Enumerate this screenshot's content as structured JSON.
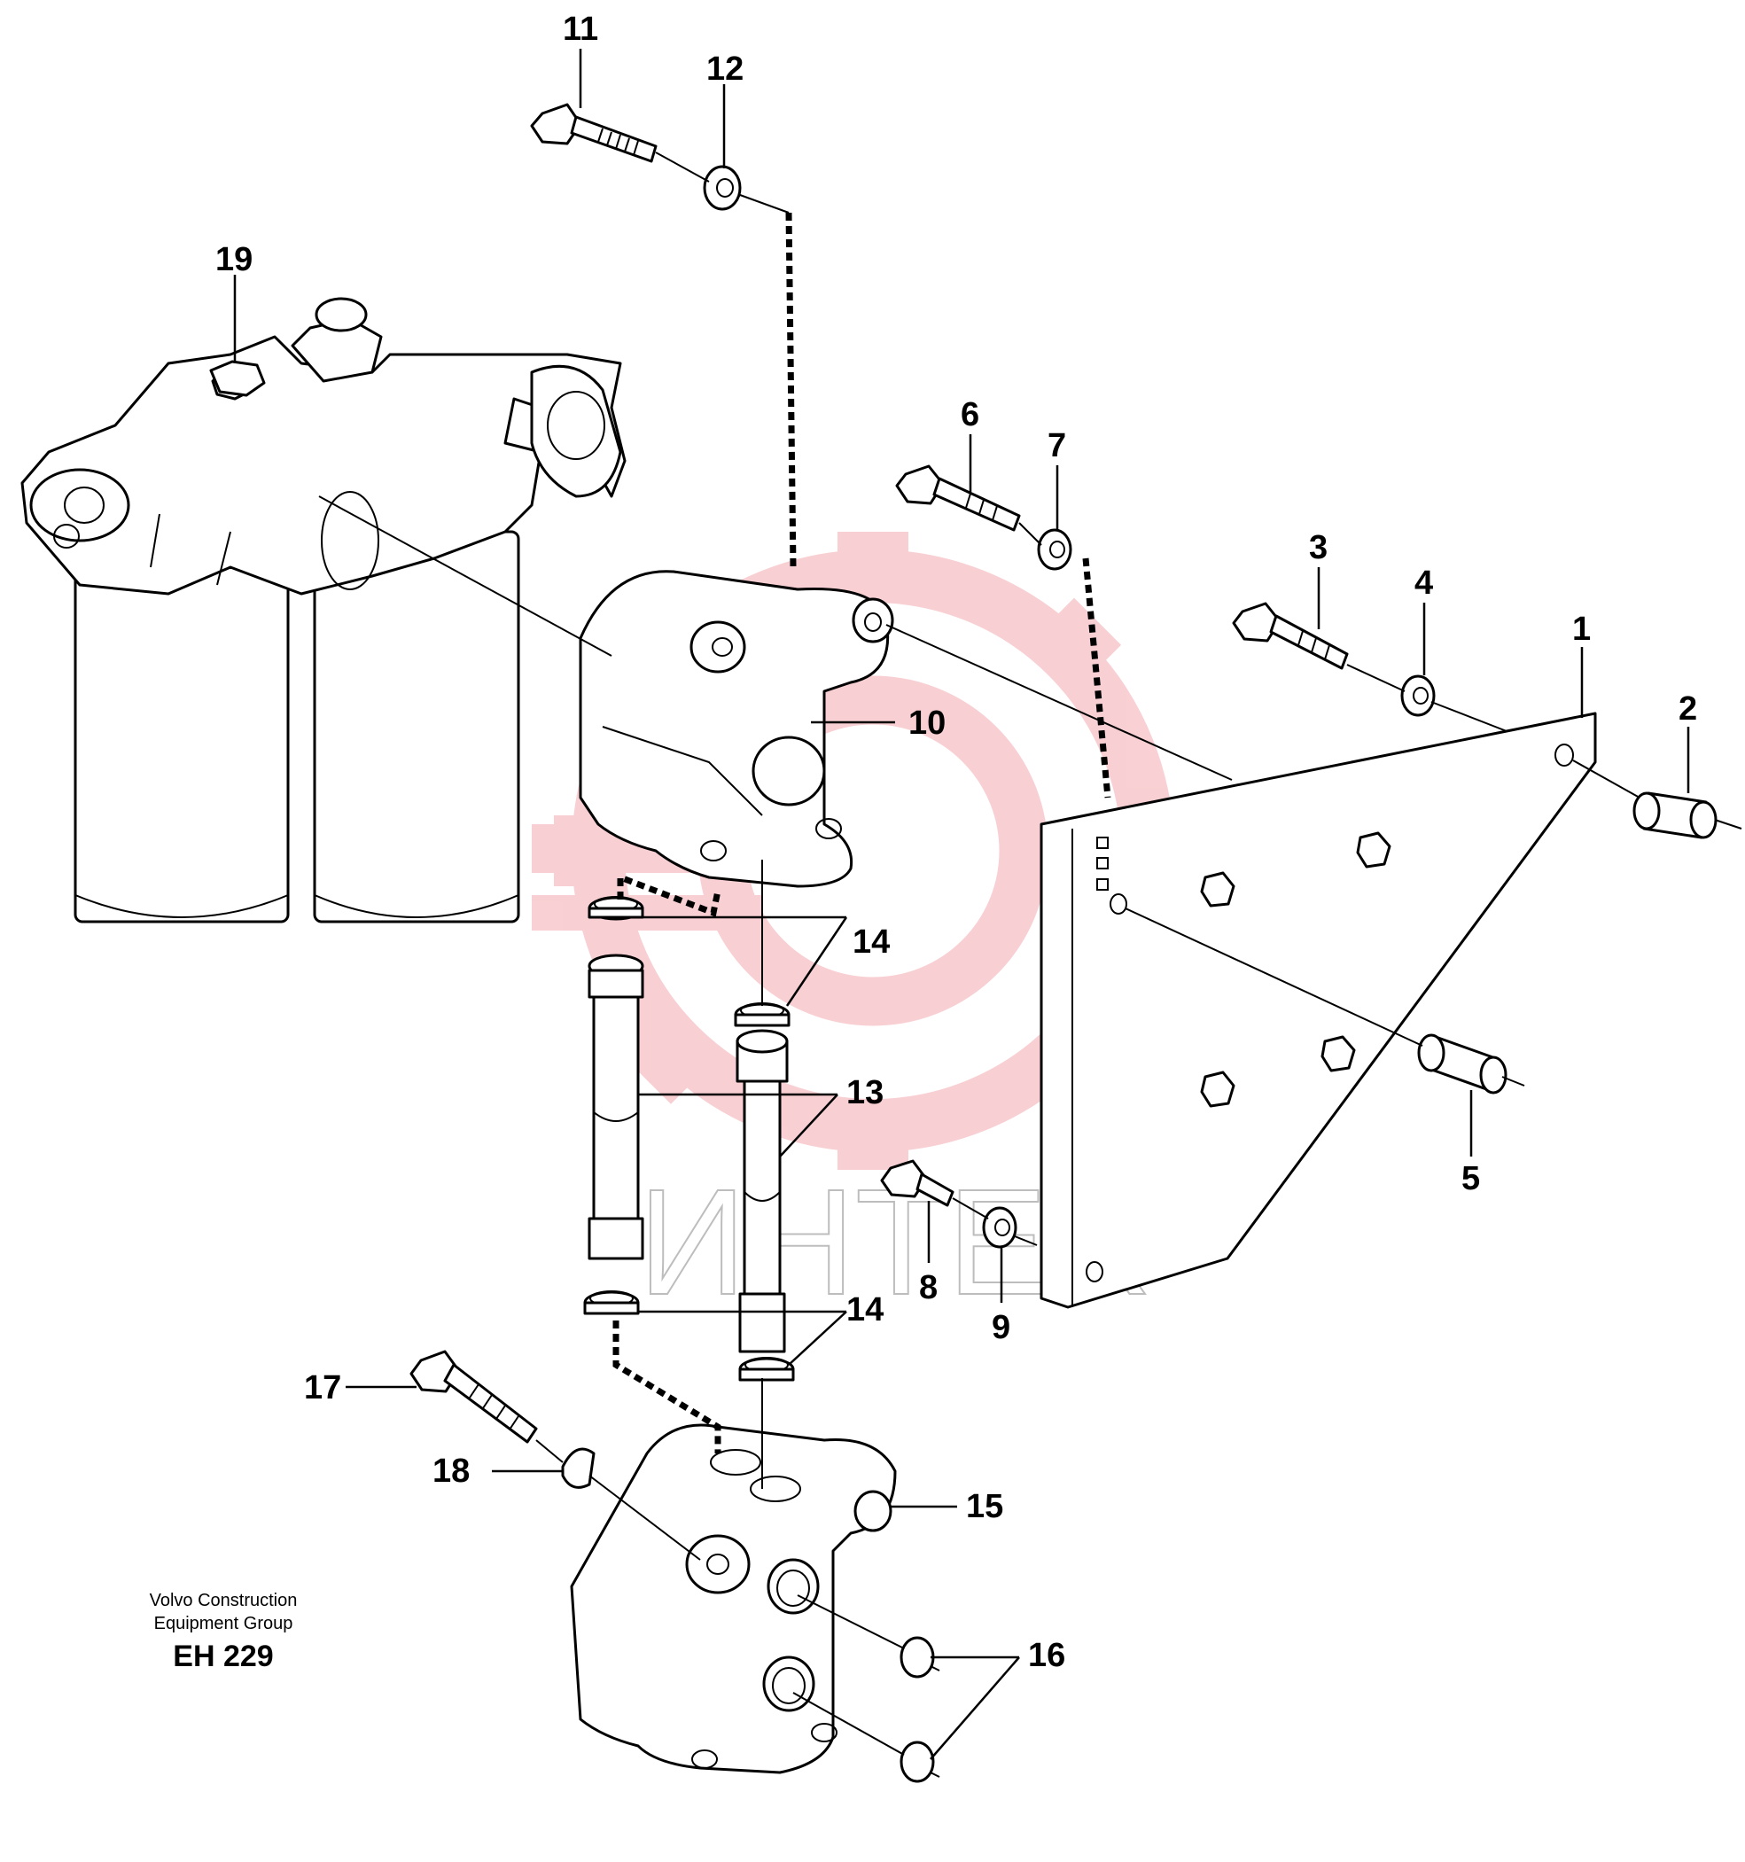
{
  "callouts": {
    "c1": "1",
    "c2": "2",
    "c3": "3",
    "c4": "4",
    "c5": "5",
    "c6": "6",
    "c7": "7",
    "c8": "8",
    "c9": "9",
    "c10": "10",
    "c11": "11",
    "c12": "12",
    "c13": "13",
    "c14a": "14",
    "c14b": "14",
    "c15": "15",
    "c16": "16",
    "c17": "17",
    "c18": "18",
    "c19": "19"
  },
  "footer": {
    "line1": "Volvo Construction",
    "line2": "Equipment Group",
    "code": "EH 229"
  },
  "watermark": {
    "text": "ИНТЕХ",
    "color": "#f7c9cc"
  }
}
